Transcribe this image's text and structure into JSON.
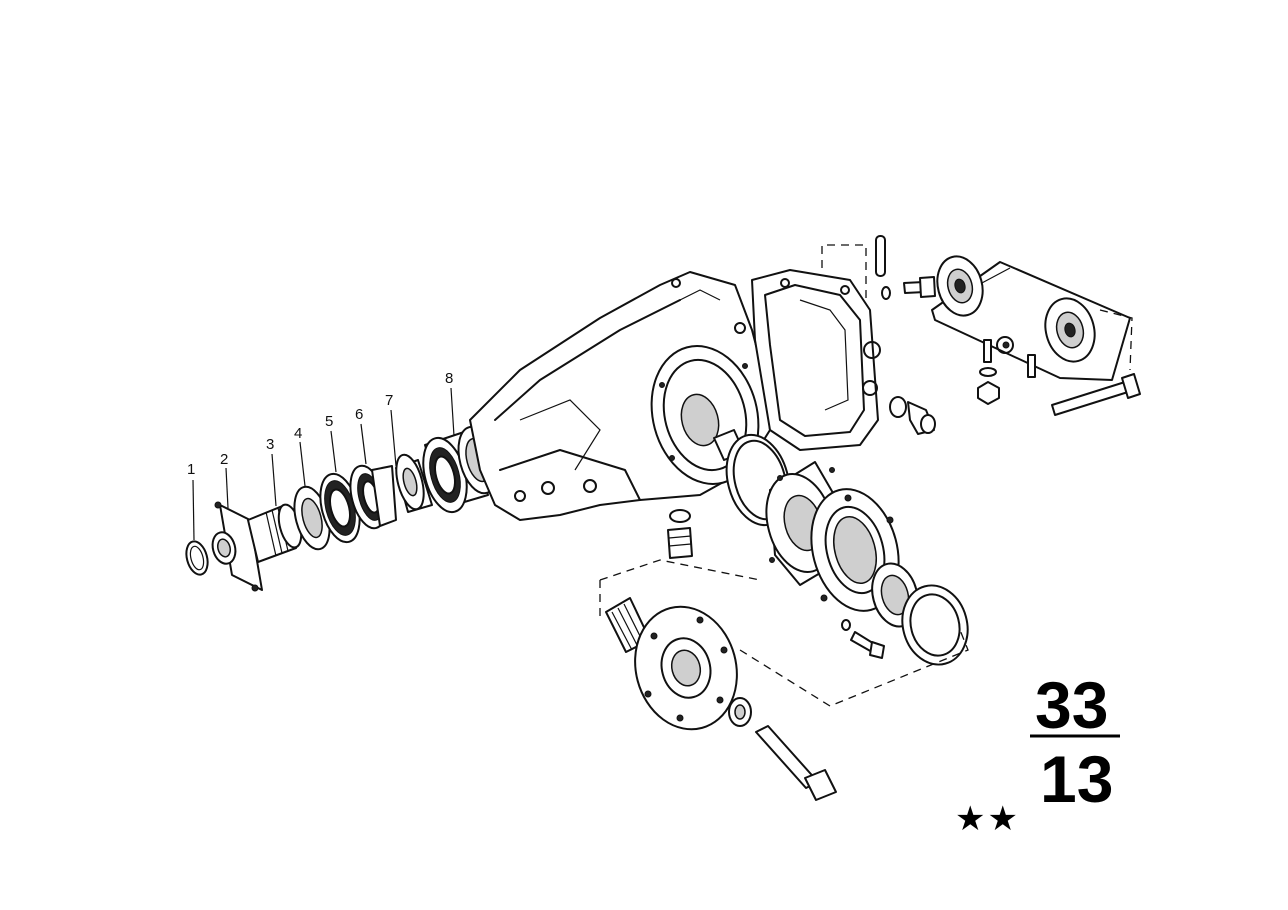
{
  "diagram": {
    "callouts": [
      {
        "id": "1",
        "label": "1"
      },
      {
        "id": "2",
        "label": "2"
      },
      {
        "id": "3",
        "label": "3"
      },
      {
        "id": "4",
        "label": "4"
      },
      {
        "id": "5",
        "label": "5"
      },
      {
        "id": "6",
        "label": "6"
      },
      {
        "id": "7",
        "label": "7"
      },
      {
        "id": "8",
        "label": "8"
      }
    ],
    "group_code": {
      "main_group": "33",
      "sub_group": "13"
    },
    "stars": "★★"
  }
}
